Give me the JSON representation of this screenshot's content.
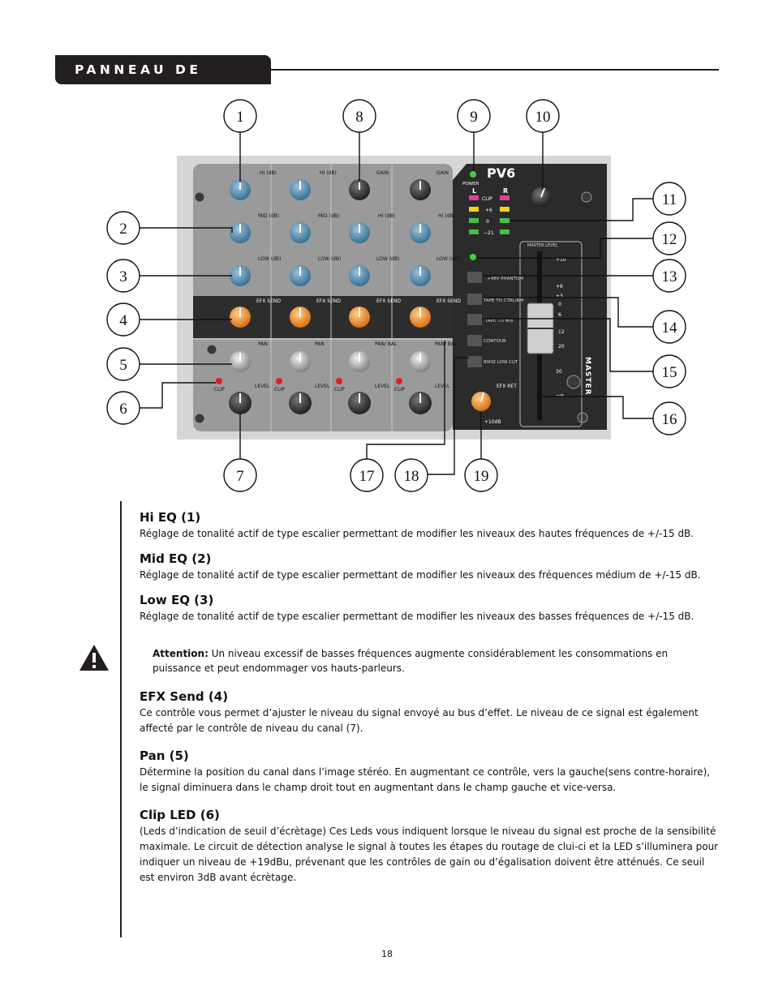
{
  "header": {
    "title": "PANNEAU DE DEVANT"
  },
  "diagram": {
    "callouts": [
      "1",
      "2",
      "3",
      "4",
      "5",
      "6",
      "7",
      "8",
      "9",
      "10",
      "11",
      "12",
      "13",
      "14",
      "15",
      "16",
      "17",
      "18",
      "19"
    ],
    "brand": "PV6",
    "power_label": "POWER",
    "meter": {
      "L": "L",
      "R": "R",
      "levels": [
        "CLIP",
        "+6",
        "0",
        "−21"
      ]
    },
    "master_level_label": "MASTER LEVEL",
    "fader_scale": [
      "+10",
      "+6",
      "+3",
      "0",
      "6",
      "12",
      "20",
      "30",
      "−∞"
    ],
    "master_text": "MASTER",
    "buttons": [
      "+48V PHANTOM",
      "TAPE TO CTRL/RM",
      "TAPE TO MIX",
      "CONTOUR",
      "80HZ LOW CUT"
    ],
    "efx_ret": {
      "label": "EFX RET",
      "scale": "+10dB"
    },
    "strip_labels": {
      "hi": "HI (dB)",
      "mid": "MID (dB)",
      "low": "LOW (dB)",
      "gain": "GAIN",
      "efx": "EFX SEND",
      "pan": "PAN",
      "panbal": "PAN/ BAL",
      "level": "LEVEL",
      "clip": "CLIP"
    }
  },
  "sections": {
    "hi": {
      "title": "Hi EQ (1)",
      "text": "Réglage de tonalité actif de type escalier permettant de modifier les niveaux des hautes fréquences de +/-15 dB."
    },
    "mid": {
      "title": "Mid EQ (2)",
      "text": "Réglage de tonalité actif de type escalier permettant de modifier les niveaux des fréquences médium de +/-15 dB."
    },
    "low": {
      "title": "Low EQ (3)",
      "text": "Réglage de tonalité actif de type escalier permettant de modifier les niveaux des basses fréquences de +/-15 dB."
    },
    "attention": {
      "label": "Attention:",
      "text": " Un niveau excessif de basses fréquences augmente considérablement les consommations en puissance et peut endommager vos hauts-parleurs."
    },
    "efx": {
      "title": "EFX Send (4)",
      "text": "Ce contrôle vous permet d’ajuster le niveau du signal envoyé au bus d’effet. Le niveau de ce  signal est également affecté par le contrôle de niveau du canal (7)."
    },
    "pan": {
      "title": "Pan (5)",
      "text": "Détermine la position du canal dans l’image stéréo. En augmentant ce contrôle, vers la gauche(sens contre-horaire), le signal diminuera dans le champ droit tout en augmentant dans le champ gauche et vice-versa."
    },
    "clip": {
      "title": "Clip LED (6)",
      "text": "(Leds d’indication de seuil d’écrètage) Ces Leds vous indiquent lorsque le niveau du signal est proche de la sensibilité maximale. Le circuit de détection analyse le signal à toutes les étapes du routage de clui-ci et la LED s’illuminera pour indiquer un niveau de +19dBu, prévenant que les contrôles de gain ou d’égalisation doivent être atténués. Ce seuil est environ 3dB avant écrètage."
    }
  },
  "page_number": "18"
}
